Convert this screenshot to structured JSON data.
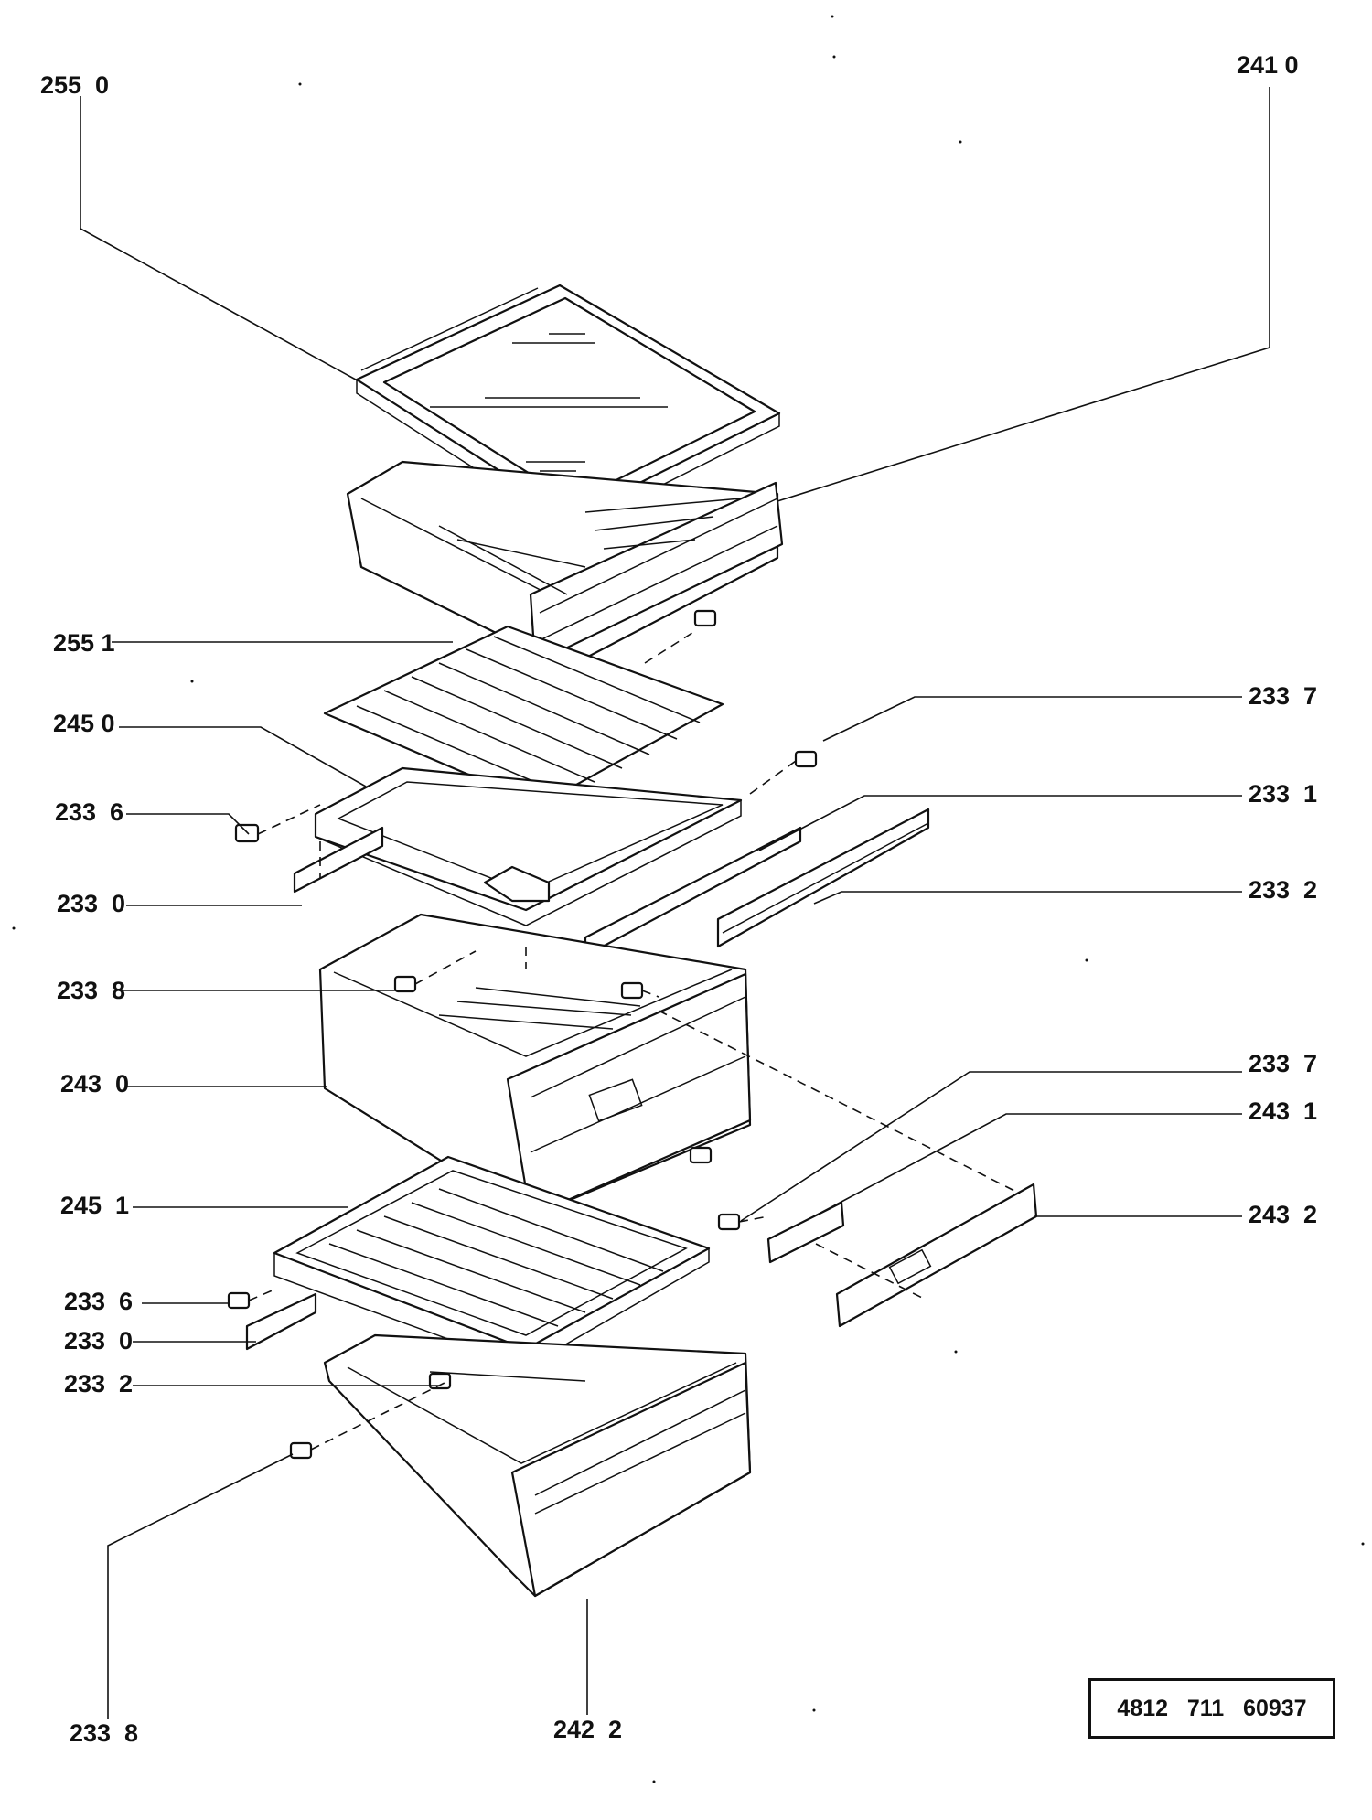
{
  "diagram": {
    "labels": {
      "l2550": "255  0",
      "l2410": "241 0",
      "l2551": "255 1",
      "l2337a": "233  7",
      "l2450": "245 0",
      "l2331": "233  1",
      "l2336a": "233  6",
      "l2330a": "233  0",
      "l2332a": "233  2",
      "l2338a": "233  8",
      "l2430": "243  0",
      "l2337b": "233  7",
      "l2431": "243  1",
      "l2451": "245  1",
      "l2432": "243  2",
      "l2336b": "233  6",
      "l2330b": "233  0",
      "l2332b": "233  2",
      "l2338b": "233  8",
      "l2422": "242  2"
    },
    "document_number": "4812   711   60937"
  }
}
